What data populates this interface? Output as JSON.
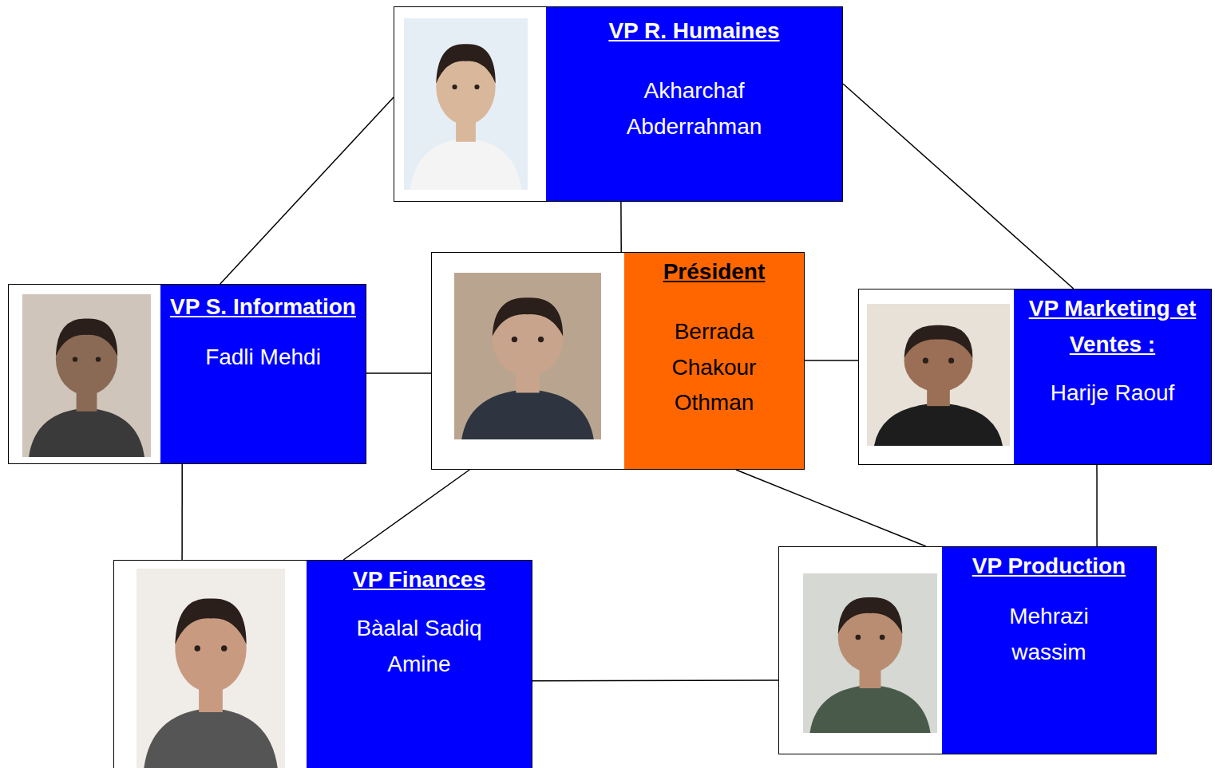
{
  "diagram": {
    "nodes": [
      {
        "text": [
          "VP R. Humaines",
          "Akharchaf Abderrahman"
        ]
      },
      {
        "text": [
          "VP S. Information",
          "Fadli Mehdi"
        ]
      },
      {
        "text": [
          "Président",
          "Berrada Chakour Othman"
        ]
      },
      {
        "text": [
          "VP Marketing et Ventes :",
          "Harije Raouf"
        ]
      },
      {
        "text": [
          "VP Finances",
          "Bàalal Sadiq Amine"
        ]
      },
      {
        "text": [
          "VP Production",
          "Mehrazi wassim"
        ]
      }
    ],
    "edges": [
      {
        "from": 0,
        "to": 1,
        "arrow": "none"
      },
      {
        "from": 0,
        "to": 2,
        "arrow": "none"
      },
      {
        "from": 0,
        "to": 3,
        "arrow": "none"
      },
      {
        "from": 1,
        "to": 2,
        "arrow": "none"
      },
      {
        "from": 2,
        "to": 3,
        "arrow": "none"
      },
      {
        "from": 1,
        "to": 4,
        "arrow": "none"
      },
      {
        "from": 2,
        "to": 4,
        "arrow": "none"
      },
      {
        "from": 2,
        "to": 5,
        "arrow": "none"
      },
      {
        "from": 3,
        "to": 5,
        "arrow": "none"
      },
      {
        "from": 4,
        "to": 5,
        "arrow": "none"
      }
    ]
  }
}
